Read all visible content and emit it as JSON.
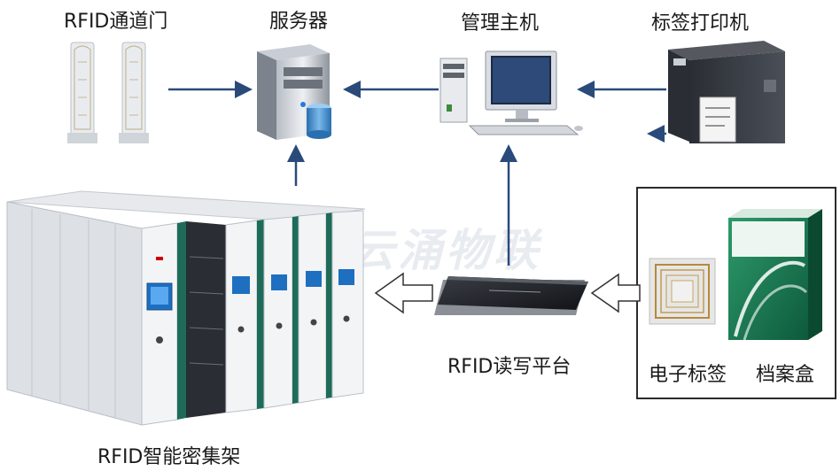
{
  "labels": {
    "gate": "RFID通道门",
    "server": "服务器",
    "host": "管理主机",
    "printer": "标签打印机",
    "reader": "RFID读写平台",
    "tag": "电子标签",
    "archive_box": "档案盒",
    "shelf": "RFID智能密集架"
  },
  "watermark": "云涌物联",
  "colors": {
    "arrow": "#2a4a7a",
    "shelf_green": "#1e6b5a",
    "panel_blue": "#1f6fc0"
  }
}
